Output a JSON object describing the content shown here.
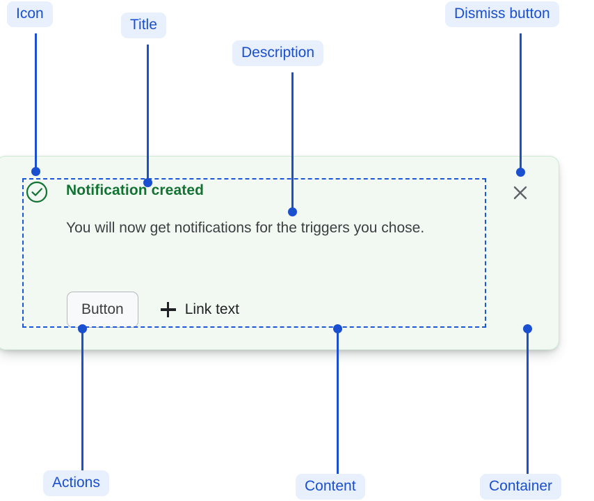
{
  "notification": {
    "icon": "check-circle-icon",
    "title": "Notification created",
    "description": "You will now get notifications for the triggers you chose.",
    "button_label": "Button",
    "link_label": "Link text",
    "link_icon": "plus-icon",
    "dismiss_icon": "close-icon",
    "colors": {
      "background": "#f1f9f2",
      "border": "#cfe9d5",
      "title": "#137333",
      "icon": "#137333",
      "description": "#3c4043",
      "dismiss": "#5f6368"
    }
  },
  "annotations": {
    "accent": "#1a4fd0",
    "pill_background": "#e9f0fd",
    "items": [
      {
        "label": "Icon"
      },
      {
        "label": "Title"
      },
      {
        "label": "Description"
      },
      {
        "label": "Dismiss button"
      },
      {
        "label": "Actions"
      },
      {
        "label": "Content"
      },
      {
        "label": "Container"
      }
    ]
  }
}
